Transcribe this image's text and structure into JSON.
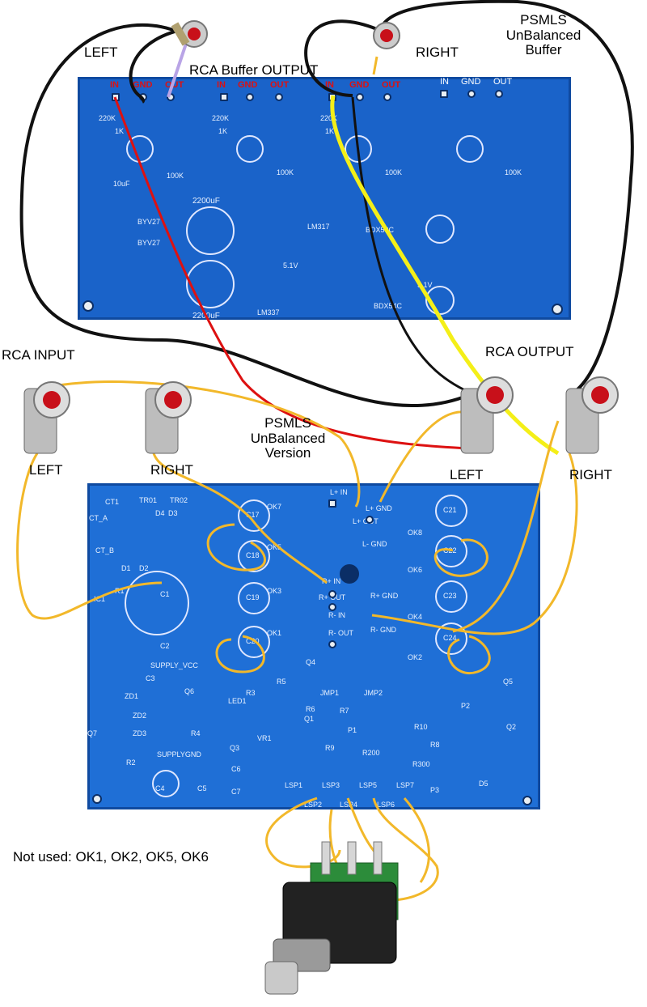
{
  "top_board": {
    "header_label": "RCA Buffer OUTPUT",
    "ports": [
      {
        "in": "IN",
        "gnd": "GND",
        "out": "OUT"
      },
      {
        "in": "IN",
        "gnd": "GND",
        "out": "OUT"
      },
      {
        "in": "IN",
        "gnd": "GND",
        "out": "OUT"
      },
      {
        "in": "IN",
        "gnd": "GND",
        "out": "OUT"
      }
    ],
    "silk": {
      "cap_top": "2200uF",
      "cap_bottom": "2200uF",
      "reg1": "LM317",
      "reg2": "LM337",
      "diode_1": "BYV27",
      "diode_2": "BYV27",
      "transistor_1": "BDX53C",
      "transistor_2": "BDX54C",
      "zener_1": "5.1V",
      "zener_2": "5.1V",
      "res_220k": "220K",
      "res_1k": "1K",
      "res_100k": "100K",
      "cap_10uf": "10uF"
    }
  },
  "labels": {
    "left_top": "LEFT",
    "right_top": "RIGHT",
    "psmls_buffer": [
      "PSMLS",
      "UnBalanced",
      "Buffer"
    ],
    "rca_input": "RCA  INPUT",
    "rca_output": "RCA OUTPUT",
    "input_left": "LEFT",
    "input_right": "RIGHT",
    "psmls_version": [
      "PSMLS",
      "UnBalanced",
      "Version"
    ],
    "output_left": "LEFT",
    "output_right": "RIGHT",
    "not_used": "Not used: OK1, OK2, OK5, OK6"
  },
  "bottom_board": {
    "silk": {
      "ct1": "CT1",
      "ct_a": "CT_A",
      "ct_b": "CT_B",
      "tr01": "TR01",
      "tr02": "TR02",
      "d4": "D4",
      "d3": "D3",
      "d1": "D1",
      "d2": "D2",
      "ic1": "IC1",
      "r1": "R1",
      "c1": "C1",
      "c2": "C2",
      "supply_vcc": "SUPPLY_VCC",
      "c3": "C3",
      "zd1": "ZD1",
      "zd2": "ZD2",
      "zd3": "ZD3",
      "r2": "R2",
      "supplygnd": "SUPPLYGND",
      "q6": "Q6",
      "led1": "LED1",
      "r3": "R3",
      "r4": "R4",
      "q7": "Q7",
      "vr1": "VR1",
      "q3": "Q3",
      "q1": "Q1",
      "r5": "R5",
      "r6": "R6",
      "q4": "Q4",
      "jmp1": "JMP1",
      "jmp2": "JMP2",
      "r7": "R7",
      "r9": "R9",
      "p1": "P1",
      "r200": "R200",
      "r10": "R10",
      "r8": "R8",
      "r300": "R300",
      "p2": "P2",
      "q5": "Q5",
      "q2": "Q2",
      "p3": "P3",
      "d5": "D5",
      "c4": "C4",
      "c5": "C5",
      "c6": "C6",
      "c7": "C7",
      "c17": "C17",
      "c18": "C18",
      "c19": "C19",
      "c20": "C20",
      "c21": "C21",
      "c22": "C22",
      "c23": "C23",
      "c24": "C24",
      "ok7": "OK7",
      "ok5": "OK5",
      "ok3": "OK3",
      "ok1": "OK1",
      "ok8": "OK8",
      "ok6": "OK6",
      "ok4": "OK4",
      "ok2": "OK2",
      "l_plus_in": "L+ IN",
      "l_gnd_a": "L+ GND",
      "l_minus_gnd": "L- GND",
      "l_out": "L+ OUT",
      "r_plus_in": "R+ IN",
      "r_plus_out": "R+ OUT",
      "r_plus_gnd": "R+ GND",
      "r_minus_in": "R- IN",
      "r_minus_out": "R- OUT",
      "r_minus_gnd": "R- GND",
      "lsp1": "LSP1",
      "lsp2": "LSP2",
      "lsp3": "LSP3",
      "lsp4": "LSP4",
      "lsp5": "LSP5",
      "lsp6": "LSP6",
      "lsp7": "LSP7"
    }
  },
  "colors": {
    "pcb": "#1a63c9",
    "wire_black": "#111111",
    "wire_red": "#dd1111",
    "wire_yellow": "#f4ef18",
    "wire_orange": "#f2b82a",
    "rca_red": "#c8101a"
  }
}
